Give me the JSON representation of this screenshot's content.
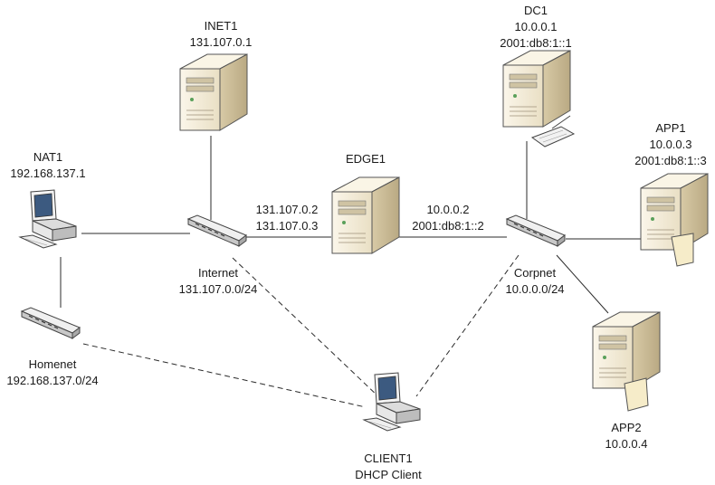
{
  "nodes": {
    "inet1": {
      "name": "INET1",
      "ip": "131.107.0.1"
    },
    "dc1": {
      "name": "DC1",
      "ipv4": "10.0.0.1",
      "ipv6": "2001:db8:1::1"
    },
    "app1": {
      "name": "APP1",
      "ipv4": "10.0.0.3",
      "ipv6": "2001:db8:1::3"
    },
    "nat1": {
      "name": "NAT1",
      "ip": "192.168.137.1"
    },
    "edge1": {
      "name": "EDGE1",
      "ext_ip1": "131.107.0.2",
      "ext_ip2": "131.107.0.3",
      "int_ipv4": "10.0.0.2",
      "int_ipv6": "2001:db8:1::2"
    },
    "app2": {
      "name": "APP2",
      "ip": "10.0.0.4"
    },
    "client1": {
      "name": "CLIENT1",
      "role": "DHCP Client"
    }
  },
  "networks": {
    "internet": {
      "name": "Internet",
      "subnet": "131.107.0.0/24"
    },
    "corpnet": {
      "name": "Corpnet",
      "subnet": "10.0.0.0/24"
    },
    "homenet": {
      "name": "Homenet",
      "subnet": "192.168.137.0/24"
    }
  },
  "colors": {
    "server_body": "#f3ecd9",
    "server_side": "#c9bb98",
    "line": "#2b2b2b",
    "switch": "#dcdcdc",
    "pc": "#e6e6e6"
  }
}
